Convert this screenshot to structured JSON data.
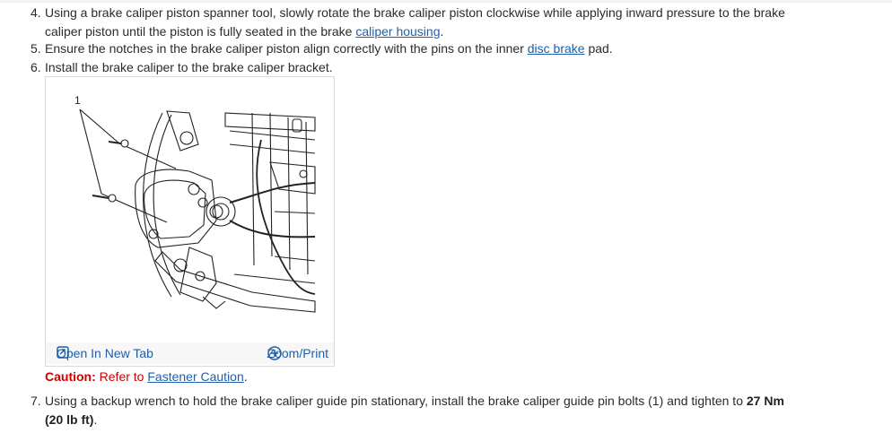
{
  "steps": {
    "s4": {
      "num": "4.",
      "line1": "Using a brake caliper piston spanner tool, slowly rotate the brake caliper piston clockwise while applying inward pressure to the brake",
      "line2_pre": "caliper piston until the piston is fully seated in the brake ",
      "link": "caliper housing",
      "line2_post": "."
    },
    "s5": {
      "num": "5.",
      "pre": "Ensure the notches in the brake caliper piston align correctly with the pins on the inner ",
      "link": "disc brake",
      "post": " pad."
    },
    "s6": {
      "num": "6.",
      "text": "Install the brake caliper to the brake caliper bracket."
    },
    "s7": {
      "num": "7.",
      "pre": "Using a backup wrench to hold the brake caliper guide pin stationary, install the brake caliper guide pin bolts (1) and tighten to ",
      "torque": "27 Nm",
      "line2": "(20 lb ft)",
      "line2_post": "."
    }
  },
  "figure": {
    "callout": "1",
    "open_tab_label": "Open In New Tab",
    "zoom_label": "Zoom/Print",
    "icons": [
      "open-in-new-tab-icon",
      "zoom-plus-icon"
    ]
  },
  "caution": {
    "label": "Caution:",
    "text_pre": " Refer to ",
    "link": "Fastener Caution",
    "post": "."
  },
  "colors": {
    "link": "#1f5fa8",
    "caution": "#cc0000",
    "text": "#2b2b2b"
  }
}
